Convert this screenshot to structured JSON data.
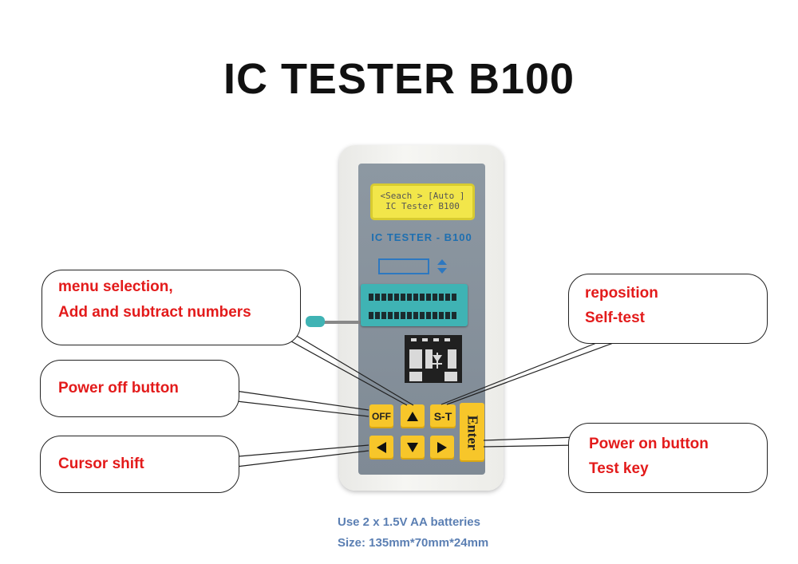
{
  "title": "IC TESTER B100",
  "device": {
    "lcd_line1": "<Seach > [Auto ]",
    "lcd_line2": "IC Tester B100",
    "label": "IC TESTER - B100",
    "keys": {
      "off": "OFF",
      "up_icon": "triangle-up-icon",
      "self_test": "S-T",
      "enter": "Enter",
      "left_icon": "triangle-left-icon",
      "down_icon": "triangle-down-icon",
      "right_icon": "triangle-right-icon"
    }
  },
  "callouts": {
    "menu": [
      "menu selection,",
      "Add and subtract numbers"
    ],
    "reposition": [
      "reposition",
      "Self-test"
    ],
    "power_off": [
      "Power off button"
    ],
    "cursor": [
      "Cursor shift"
    ],
    "power_on": [
      "Power on button",
      "Test key"
    ]
  },
  "footer": {
    "line1": "Use 2 x 1.5V AA batteries",
    "line2": "Size: 135mm*70mm*24mm"
  },
  "colors": {
    "callout_text": "#e31b1b",
    "footer_text": "#5b7fb3",
    "lcd": "#f2e64a",
    "key": "#f7c62a",
    "socket": "#3fb3b4"
  }
}
